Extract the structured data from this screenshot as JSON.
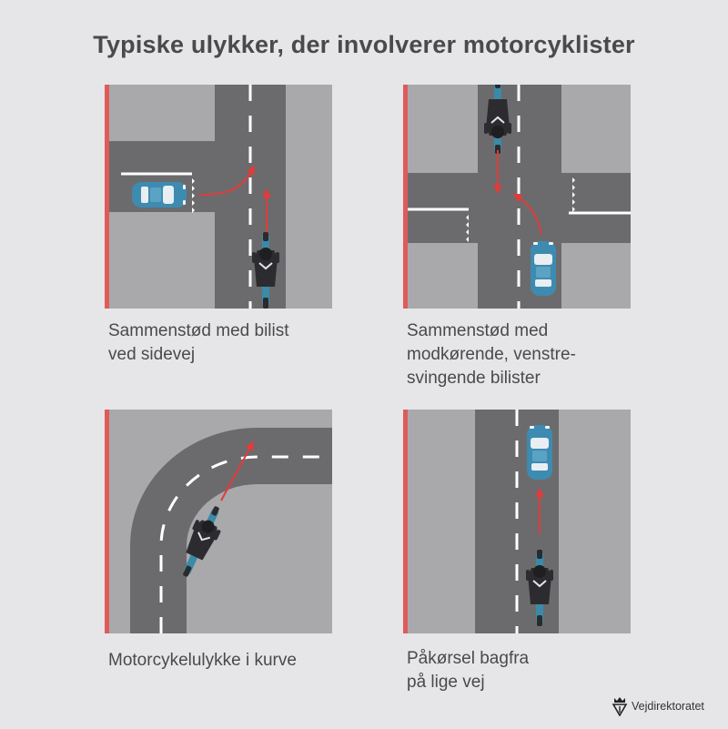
{
  "title": "Typiske ulykker, der involverer motorcyklister",
  "panels": [
    {
      "caption": "Sammenstød med bilist\nved sidevej"
    },
    {
      "caption": "Sammenstød med\nmodkørende, venstre-\nsvingende bilister"
    },
    {
      "caption": "Motorcykelulykke i kurve"
    },
    {
      "caption": "Påkørsel bagfra\npå lige vej"
    }
  ],
  "logo": {
    "text": "Vejdirektoratet",
    "icon": "crown-shield-icon"
  },
  "colors": {
    "background": "#e6e6e8",
    "road": "#6b6b6d",
    "ground": "#a9a9ac",
    "accent": "#e05a5a",
    "arrow": "#e23b3b",
    "car": "#3d8bb0"
  }
}
